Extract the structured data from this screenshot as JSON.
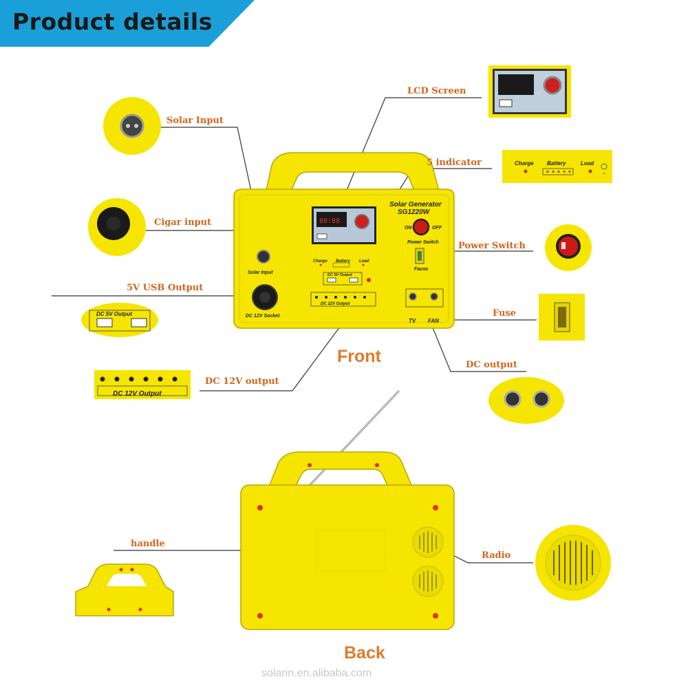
{
  "header": {
    "title": "Product details"
  },
  "labels": {
    "solar_input": "Solar Input",
    "lcd_screen": "LCD Screen",
    "five_indicator": "5 indicator",
    "cigar_input": "Cigar input",
    "power_switch": "Power Switch",
    "usb_output": "5V USB Output",
    "fuse": "Fuse",
    "dc_output": "DC output",
    "dc12_output": "DC 12V output",
    "handle": "handle",
    "radio": "Radio"
  },
  "views": {
    "front": "Front",
    "back": "Back"
  },
  "device": {
    "brand_line1": "Solar Generator",
    "brand_line2": "SG1220W",
    "solar_input_label": "Solar Input",
    "socket_label": "DC 12V Socket",
    "usb_output_label": "DC 5V Output",
    "dc12_output_label": "DC 12V Output",
    "switch_on": "ON",
    "switch_off": "OFF",
    "switch_label": "Power Switch",
    "fuse_label": "Fause",
    "indicator_charge": "Charge",
    "indicator_battery": "Battery",
    "indicator_load": "Load",
    "tv_label": "TV",
    "fan_label": "FAN"
  },
  "insets": {
    "indicator_charge": "Charge",
    "indicator_battery": "Battery",
    "indicator_load": "Load",
    "usb_output_label": "DC 5V Output",
    "dc12_output_label": "DC 12V Output"
  },
  "colors": {
    "banner": "#1a9fd8",
    "device_yellow": "#f5e500",
    "label_orange": "#d4651a",
    "leader_line": "#333333"
  },
  "watermark": "solarin.en.alibaba.com"
}
